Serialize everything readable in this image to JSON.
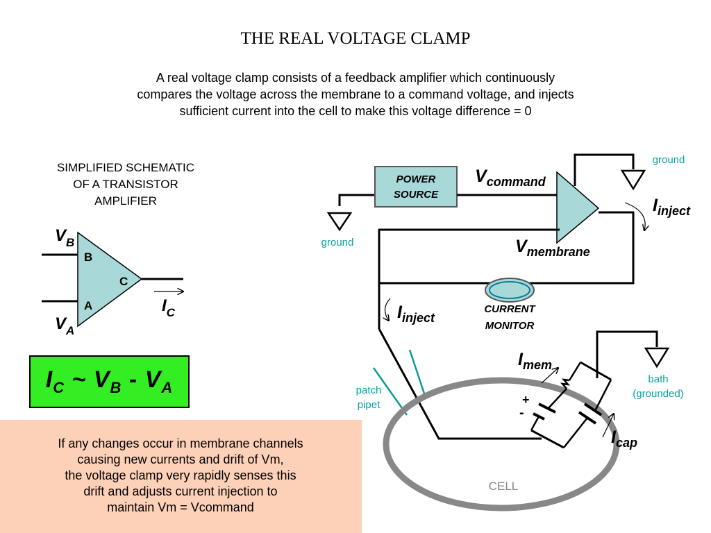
{
  "title": "THE REAL VOLTAGE CLAMP",
  "intro": [
    "A real voltage clamp consists of a feedback amplifier which continuously",
    "compares the voltage across the membrane to a command voltage, and injects",
    "sufficient current into the cell to make this voltage difference = 0"
  ],
  "schematic": {
    "heading": [
      "SIMPLIFIED SCHEMATIC",
      "OF A TRANSISTOR",
      "AMPLIFIER"
    ],
    "vb_main": "V",
    "vb_sub": "B",
    "va_main": "V",
    "va_sub": "A",
    "pin_b": "B",
    "pin_a": "A",
    "pin_c": "C",
    "ic_main": "I",
    "ic_sub": "C"
  },
  "formula": {
    "i": "I",
    "i_sub": "C",
    "tilde": "~",
    "vb": "V",
    "vb_sub": "B",
    "minus": "-",
    "va": "V",
    "va_sub": "A"
  },
  "note": [
    "If any changes occur in membrane channels",
    "causing new currents and drift of Vm,",
    "the voltage clamp very rapidly senses this",
    "drift and adjusts current injection to",
    "maintain Vm = Vcommand"
  ],
  "clamp": {
    "power_source": [
      "POWER",
      "SOURCE"
    ],
    "vcommand_main": "V",
    "vcommand_sub": "command",
    "vmembrane_main": "V",
    "vmembrane_sub": "membrane",
    "iinject_main": "I",
    "iinject_sub": "inject",
    "current_monitor": [
      "CURRENT",
      "MONITOR"
    ],
    "ground_left": "ground",
    "ground_right": "ground",
    "patch_pipet": [
      "patch",
      "pipet"
    ],
    "imem_main": "I",
    "imem_sub": "mem",
    "icap_main": "I",
    "icap_sub": "cap",
    "bath": [
      "bath",
      "(grounded)"
    ],
    "cell": "CELL",
    "battery_minus": "-",
    "battery_plus": "+"
  },
  "colors": {
    "amp_fill": "#a9d8d8",
    "formula_bg": "#33ee22",
    "note_bg": "#fdd0b8",
    "label_teal": "#0aa0a0",
    "cell_gray": "#808080"
  }
}
